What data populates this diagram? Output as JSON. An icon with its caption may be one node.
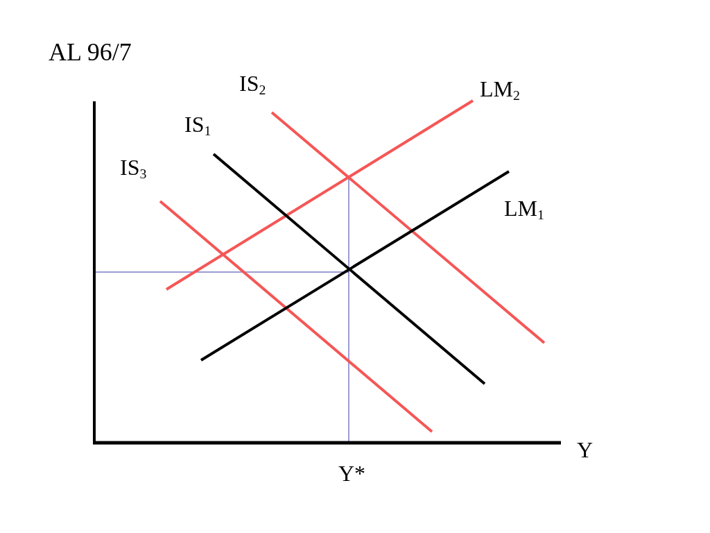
{
  "diagram": {
    "title": "AL 96/7",
    "labels": [
      "IS$_{2}$",
      "LM$_{2}$",
      "IS$_{1}$",
      "IS$_{3}$",
      "LM$_{1}$",
      "Y",
      "Y*"
    ]
  }
}
